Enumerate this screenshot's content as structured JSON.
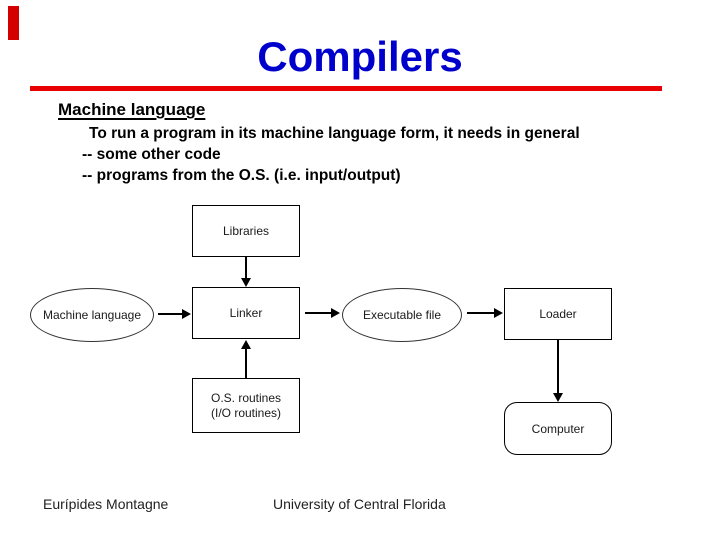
{
  "slide": {
    "title": "Compilers",
    "colors": {
      "title_text": "#0000CC",
      "rule": "#E80000",
      "marker_bar": "#D40000",
      "body_text": "#000000",
      "diagram_text": "#1A1A1A"
    }
  },
  "content": {
    "heading": "Machine language",
    "lines": [
      "To run a program in its machine language form, it needs in general",
      "-- some other code",
      "-- programs from the O.S. (i.e. input/output)"
    ]
  },
  "diagram": {
    "nodes": {
      "libraries": {
        "label": "Libraries",
        "shape": "rect"
      },
      "machine_language": {
        "label": "Machine language",
        "shape": "ellipse"
      },
      "linker": {
        "label": "Linker",
        "shape": "rect"
      },
      "executable_file": {
        "label": "Executable file",
        "shape": "ellipse"
      },
      "loader": {
        "label": "Loader",
        "shape": "rect"
      },
      "os_routines": {
        "label_line1": "O.S. routines",
        "label_line2": "(I/O routines)",
        "shape": "rect"
      },
      "computer": {
        "label": "Computer",
        "shape": "rounded-rect"
      }
    },
    "edges": [
      "libraries -> linker",
      "machine_language -> linker",
      "os_routines -> linker",
      "linker -> executable_file",
      "executable_file -> loader",
      "loader -> computer"
    ]
  },
  "footer": {
    "author": "Eurípides Montagne",
    "institution": "University of Central Florida"
  }
}
